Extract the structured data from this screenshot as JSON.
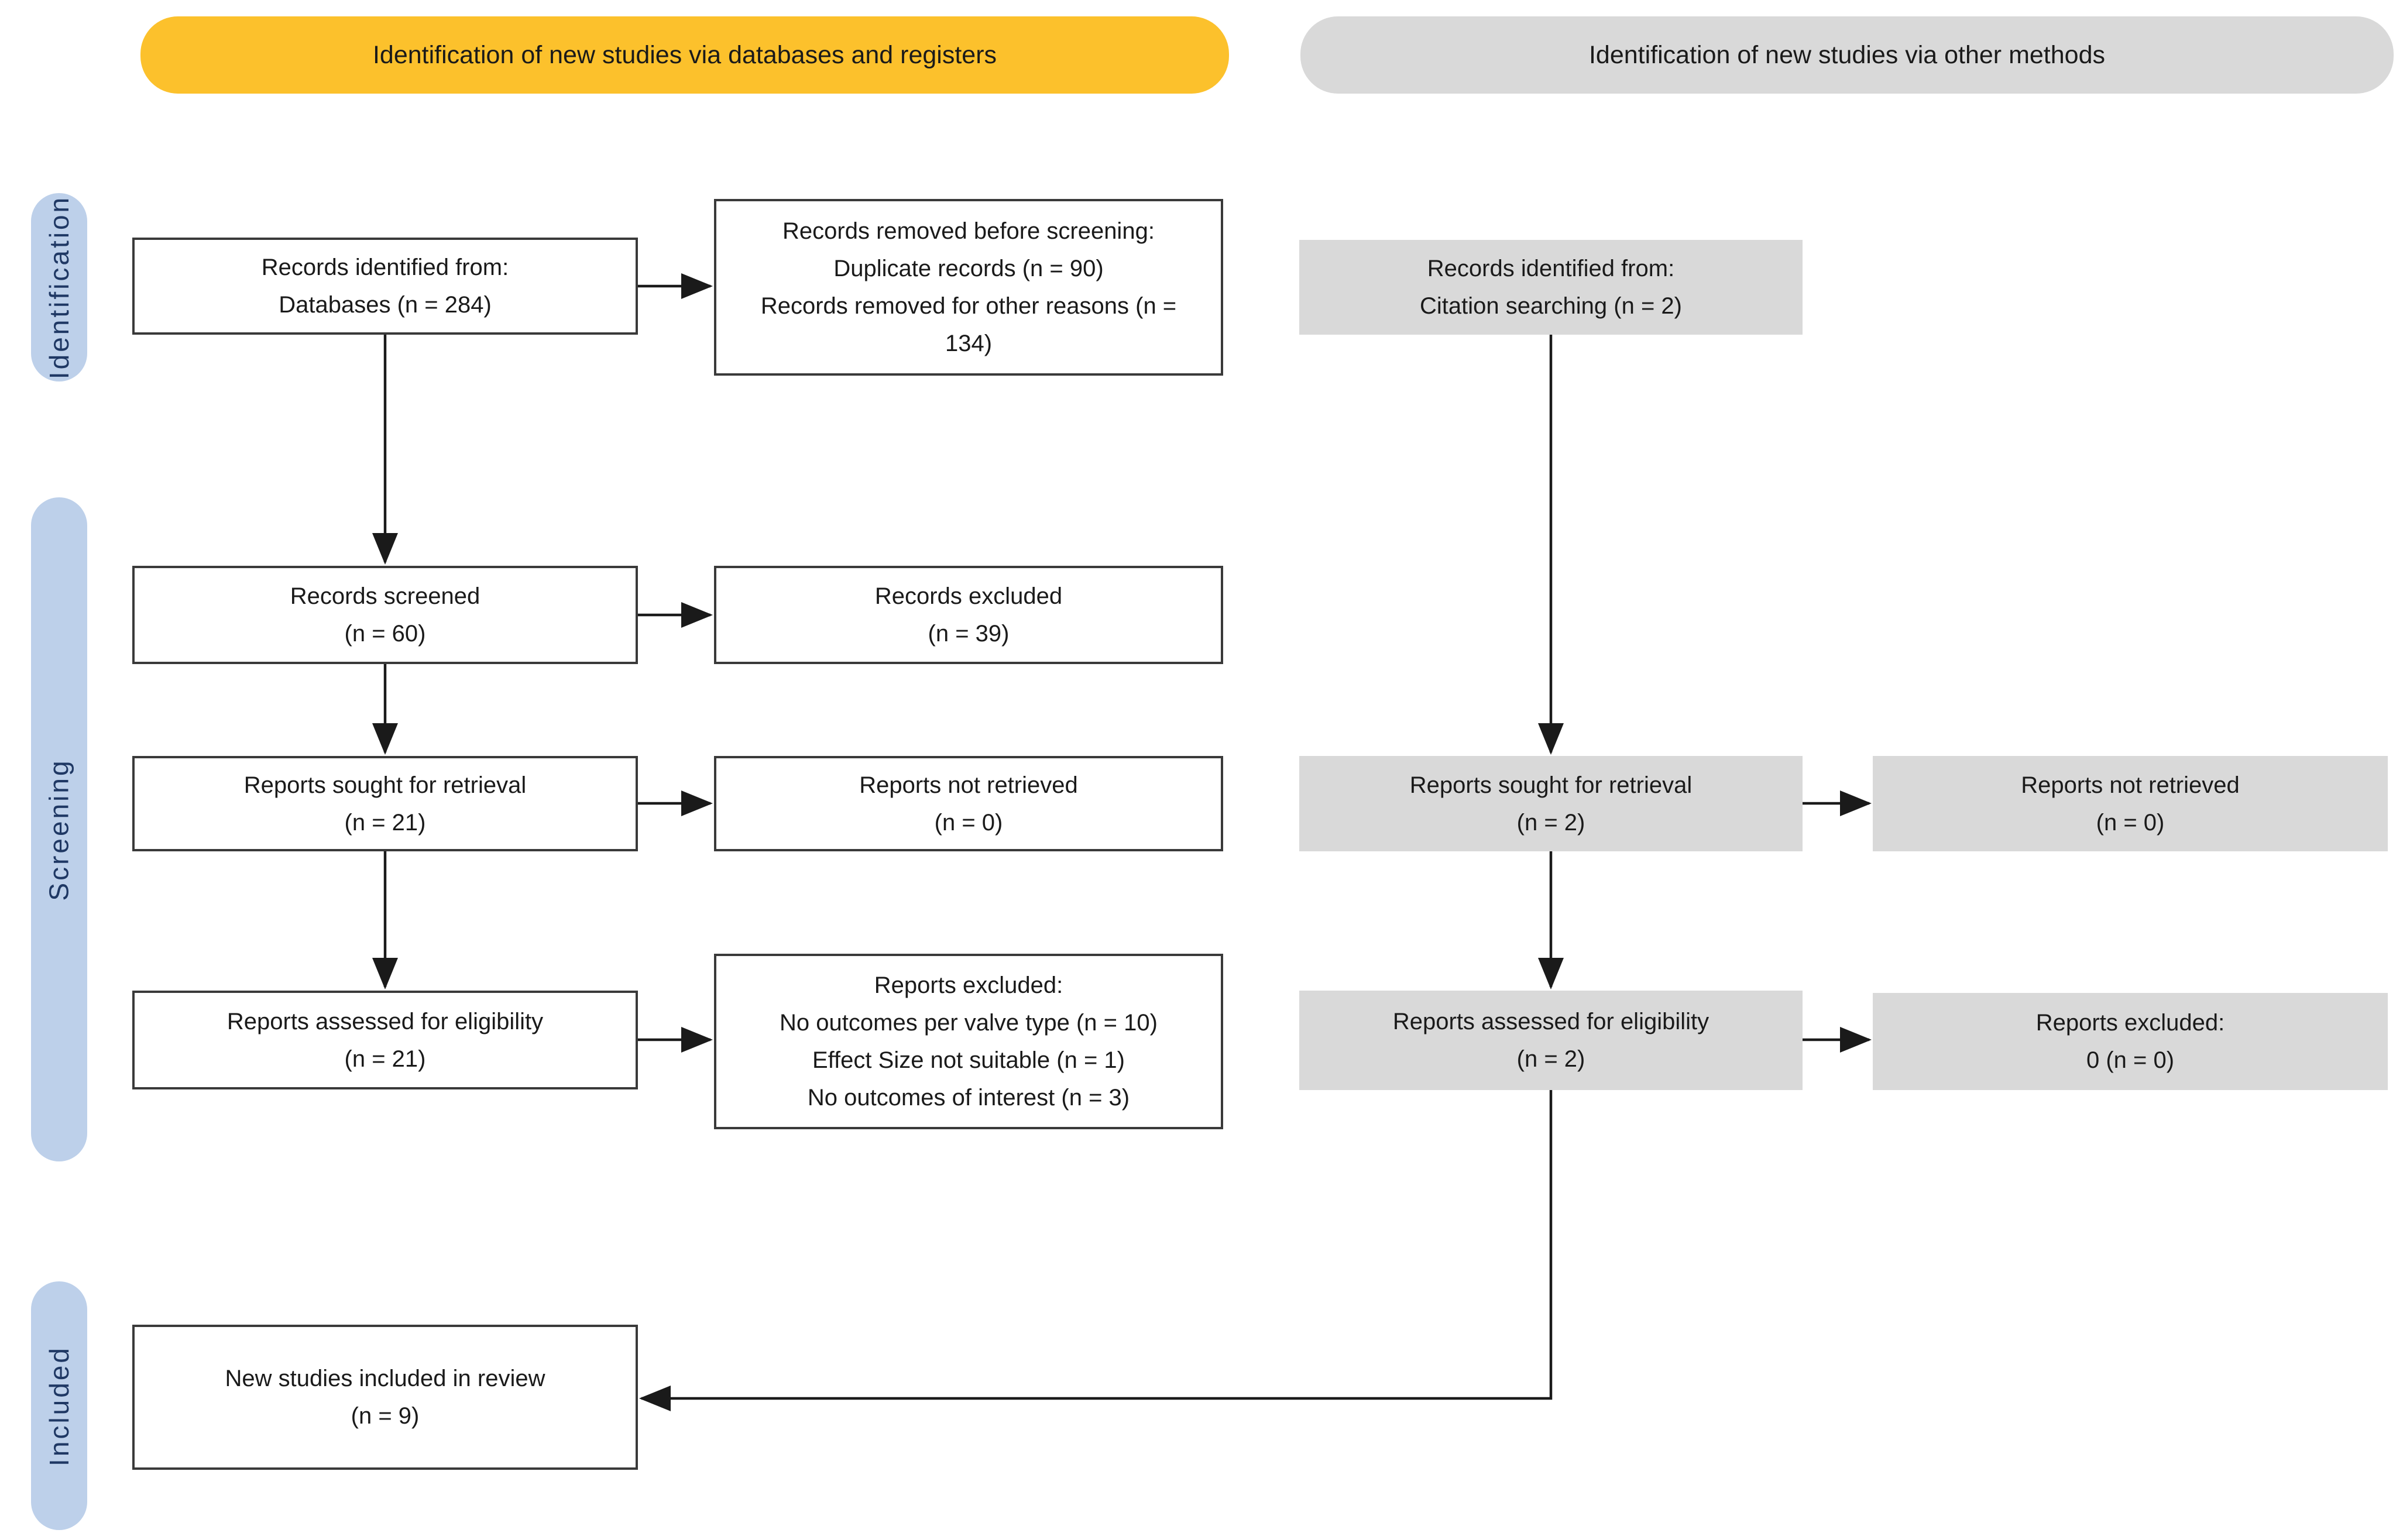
{
  "colors": {
    "banner_databases_bg": "#fcc12c",
    "banner_other_bg": "#d9d9d9",
    "stage_pill_bg": "#bdd0ea",
    "stage_pill_text": "#1f3864",
    "gray_box_bg": "#d9d9d9",
    "box_border": "#3a3a3a",
    "arrow": "#1a1a1a"
  },
  "banners": {
    "databases": "Identification of new studies via databases and registers",
    "other_methods": "Identification of new studies via other methods"
  },
  "stages": {
    "identification": "Identification",
    "screening": "Screening",
    "included": "Included"
  },
  "boxes": {
    "records_identified_databases": {
      "lines": [
        "Records identified from:",
        "Databases (n = 284)"
      ]
    },
    "records_removed_before_screening": {
      "lines": [
        "Records removed before screening:",
        "Duplicate records (n = 90)",
        "Records removed for other reasons (n =",
        "134)"
      ]
    },
    "records_screened": {
      "lines": [
        "Records screened",
        "(n = 60)"
      ]
    },
    "records_excluded": {
      "lines": [
        "Records excluded",
        "(n = 39)"
      ]
    },
    "reports_sought_databases": {
      "lines": [
        "Reports sought for retrieval",
        "(n = 21)"
      ]
    },
    "reports_not_retrieved_databases": {
      "lines": [
        "Reports not retrieved",
        "(n = 0)"
      ]
    },
    "reports_assessed_databases": {
      "lines": [
        "Reports assessed for eligibility",
        "(n = 21)"
      ]
    },
    "reports_excluded_databases": {
      "lines": [
        "Reports excluded:",
        "No outcomes per valve type (n = 10)",
        "Effect Size not suitable (n = 1)",
        "No outcomes of interest (n = 3)"
      ]
    },
    "records_identified_citation": {
      "lines": [
        "Records identified from:",
        "Citation searching (n = 2)"
      ]
    },
    "reports_sought_other": {
      "lines": [
        "Reports sought for retrieval",
        "(n = 2)"
      ]
    },
    "reports_not_retrieved_other": {
      "lines": [
        "Reports not retrieved",
        "(n = 0)"
      ]
    },
    "reports_assessed_other": {
      "lines": [
        "Reports assessed for eligibility",
        "(n = 2)"
      ]
    },
    "reports_excluded_other": {
      "lines": [
        "Reports excluded:",
        "0 (n = 0)"
      ]
    },
    "new_studies_included": {
      "lines": [
        "New studies included in review",
        "(n = 9)"
      ]
    }
  }
}
